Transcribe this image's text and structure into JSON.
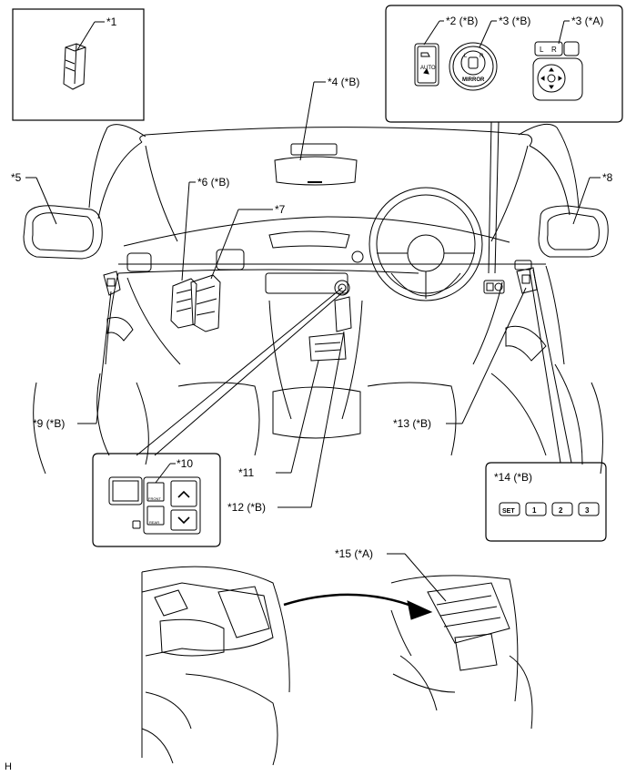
{
  "callouts": {
    "c1": "*1",
    "c2": "*2 (*B)",
    "c3b": "*3 (*B)",
    "c3a": "*3 (*A)",
    "c4": "*4 (*B)",
    "c5": "*5",
    "c6": "*6 (*B)",
    "c7": "*7",
    "c8": "*8",
    "c9": "*9 (*B)",
    "c10": "*10",
    "c11": "*11",
    "c12": "*12 (*B)",
    "c13": "*13 (*B)",
    "c14": "*14 (*B)",
    "c15": "*15 (*A)"
  },
  "switch_text": {
    "auto": "AUTO",
    "mirror": "MIRROR",
    "l": "L",
    "r": "R",
    "set": "SET",
    "m1": "1",
    "m2": "2",
    "m3": "3",
    "front": "FRONT",
    "rear": "REAR"
  },
  "corner_mark": "H"
}
